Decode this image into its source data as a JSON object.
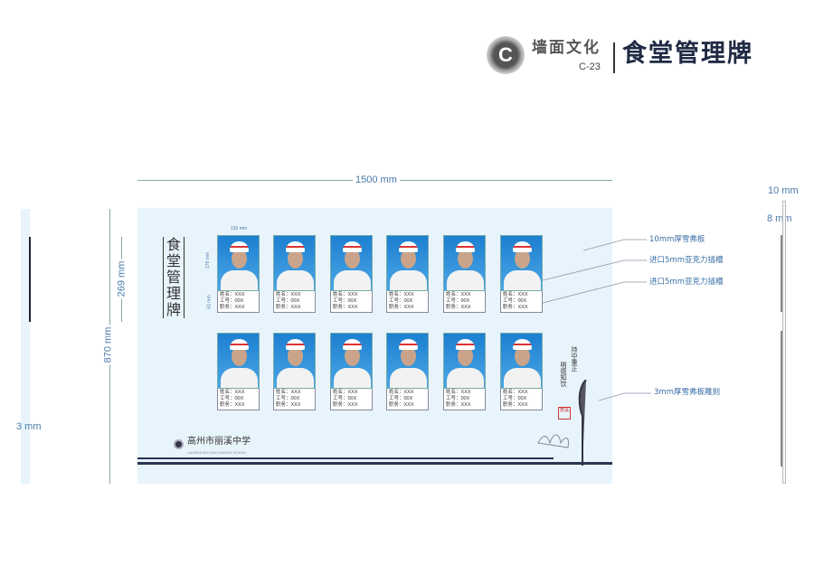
{
  "header": {
    "logo_letter": "C",
    "brand": "墙面文化",
    "code": "C-23",
    "title": "食堂管理牌"
  },
  "dimensions": {
    "width": "1500 mm",
    "height": "870 mm",
    "title_height": "269 mm",
    "thickness_total": "10 mm",
    "thickness_inner": "8 mm",
    "side_thickness": "3 mm",
    "photo_width": "132 mm",
    "photo_height": "176 mm",
    "info_height": "61 mm"
  },
  "board": {
    "vertical_title": "食堂管理牌",
    "school_name": "高州市丽溪中学",
    "school_name_en": "GAOZHOUSHI GAOXI MIDDLE SCHOOL",
    "poem_line1": "持中秉正",
    "poem_line2": "明德知饮",
    "seal": "丽溪"
  },
  "cards": [
    {
      "name": "姓名：XXX",
      "id": "工号：00X",
      "role": "职务：XXX"
    },
    {
      "name": "姓名：XXX",
      "id": "工号：00X",
      "role": "职务：XXX"
    },
    {
      "name": "姓名：XXX",
      "id": "工号：00X",
      "role": "职务：XXX"
    },
    {
      "name": "姓名：XXX",
      "id": "工号：00X",
      "role": "职务：XXX"
    },
    {
      "name": "姓名：XXX",
      "id": "工号：00X",
      "role": "职务：XXX"
    },
    {
      "name": "姓名：XXX",
      "id": "工号：00X",
      "role": "职务：XXX"
    },
    {
      "name": "姓名：XXX",
      "id": "工号：00X",
      "role": "职务：XXX"
    },
    {
      "name": "姓名：XXX",
      "id": "工号：00X",
      "role": "职务：XXX"
    },
    {
      "name": "姓名：XXX",
      "id": "工号：00X",
      "role": "职务：XXX"
    },
    {
      "name": "姓名：XXX",
      "id": "工号：00X",
      "role": "职务：XXX"
    },
    {
      "name": "姓名：XXX",
      "id": "工号：00X",
      "role": "职务：XXX"
    },
    {
      "name": "姓名：XXX",
      "id": "工号：00X",
      "role": "职务：XXX"
    }
  ],
  "annotations": {
    "board_material": "10mm厚雪弗板",
    "slot1": "进口5mm亚克力插槽",
    "slot2": "进口5mm亚克力插槽",
    "carving": "3mm厚雪弗板雕刻"
  }
}
